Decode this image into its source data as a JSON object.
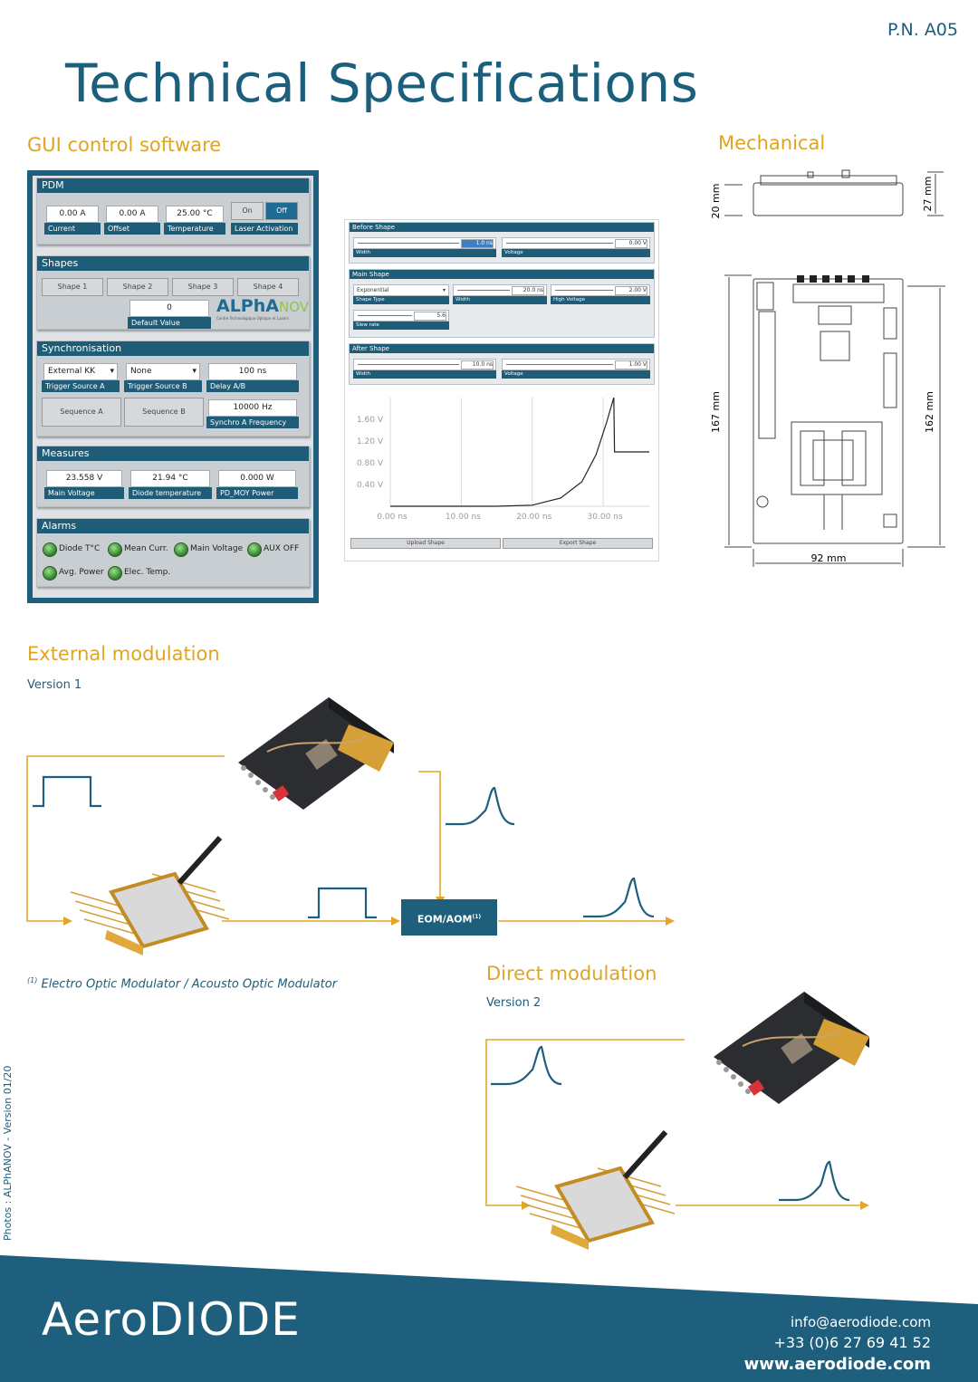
{
  "part_number": "P.N. A05",
  "title": "Technical Specifications",
  "sections": {
    "gui": "GUI control software",
    "mechanical": "Mechanical",
    "external": "External modulation",
    "external_version": "Version 1",
    "direct": "Direct modulation",
    "direct_version": "Version 2"
  },
  "gui": {
    "pdm": {
      "header": "PDM",
      "current": {
        "value": "0.00 A",
        "label": "Current"
      },
      "offset": {
        "value": "0.00 A",
        "label": "Offset"
      },
      "temperature": {
        "value": "25.00 °C",
        "label": "Temperature"
      },
      "on": "On",
      "off": "Off",
      "laser_label": "Laser Activation"
    },
    "shapes": {
      "header": "Shapes",
      "buttons": [
        "Shape 1",
        "Shape 2",
        "Shape 3",
        "Shape 4"
      ],
      "default_value": "0",
      "default_label": "Default Value",
      "logo_a": "ALPhA",
      "logo_b": "NOV",
      "logo_sub": "Centre Technologique Optique et Lasers"
    },
    "sync": {
      "header": "Synchronisation",
      "trigger_a": {
        "value": "External KK",
        "label": "Trigger Source A"
      },
      "trigger_b": {
        "value": "None",
        "label": "Trigger Source B"
      },
      "delay": {
        "value": "100 ns",
        "label": "Delay A/B"
      },
      "seq_a": "Sequence A",
      "seq_b": "Sequence B",
      "freq": {
        "value": "10000 Hz",
        "label": "Synchro A Frequency"
      }
    },
    "measures": {
      "header": "Measures",
      "main_voltage": {
        "value": "23.558 V",
        "label": "Main Voltage"
      },
      "diode_temp": {
        "value": "21.94 °C",
        "label": "Diode temperature"
      },
      "pd_power": {
        "value": "0.000 W",
        "label": "PD_MOY Power"
      }
    },
    "alarms": {
      "header": "Alarms",
      "items": [
        "Diode T°C",
        "Mean Curr.",
        "Main Voltage",
        "AUX OFF",
        "Avg. Power",
        "Elec. Temp."
      ]
    }
  },
  "shape_editor": {
    "before": {
      "header": "Before Shape",
      "width_value": "1.0 ns",
      "width_label": "Width",
      "voltage_value": "0.00 V",
      "voltage_label": "Voltage"
    },
    "main": {
      "header": "Main Shape",
      "type_value": "Exponential",
      "type_label": "Shape Type",
      "width_value": "20.0 ns",
      "width_label": "Width",
      "hv_value": "2.00 V",
      "hv_label": "High Voltage",
      "slew_value": "5.6",
      "slew_label": "Slew rate"
    },
    "after": {
      "header": "After Shape",
      "width_value": "10.0 ns",
      "width_label": "Width",
      "voltage_value": "1.00 V",
      "voltage_label": "Voltage"
    },
    "upload": "Upload Shape",
    "export": "Export Shape",
    "chart_data": {
      "type": "line",
      "x": [
        0,
        5,
        10,
        15,
        20,
        24,
        27,
        29,
        30.5,
        31.5,
        31.6,
        36.5
      ],
      "y": [
        0,
        0,
        0,
        0,
        0.02,
        0.15,
        0.45,
        0.95,
        1.55,
        2.0,
        1.0,
        1.0
      ],
      "xticks": [
        "0.00 ns",
        "10.00 ns",
        "20.00 ns",
        "30.00 ns"
      ],
      "yticks": [
        "1.60 V",
        "1.20 V",
        "0.80 V",
        "0.40 V"
      ],
      "title": "",
      "xlabel": "",
      "ylabel": ""
    }
  },
  "mechanical": {
    "height_side": "20 mm",
    "height_total": "27 mm",
    "length_left": "167 mm",
    "length_right": "162 mm",
    "width": "92 mm"
  },
  "diagram": {
    "eom": "EOM/AOM",
    "eom_sup": "(1)",
    "footnote_sup": "(1)",
    "footnote": "Electro Optic Modulator / Acousto Optic Modulator"
  },
  "side_credit": "Photos : ALPhANOV - Version 01/20",
  "footer": {
    "logo": "AeroDIODE",
    "email": "info@aerodiode.com",
    "phone": "+33 (0)6 27 69 41 52",
    "web": "www.aerodiode.com",
    "bg": "#1d5f7c"
  }
}
